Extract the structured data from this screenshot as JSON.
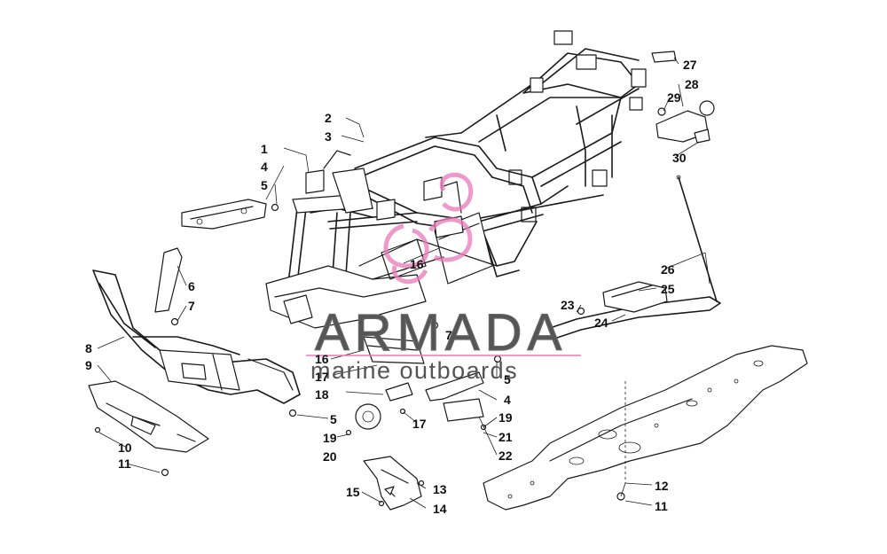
{
  "watermark": {
    "brand": "ARMADA",
    "tagline": "marine outboards",
    "logo_color": "#e879b9",
    "line_color": "#e879b9"
  },
  "callouts": {
    "c1": "1",
    "c2": "2",
    "c3": "3",
    "c4a": "4",
    "c4b": "4",
    "c5a": "5",
    "c5b": "5",
    "c5c": "5",
    "c6": "6",
    "c7a": "7",
    "c7b": "7",
    "c8": "8",
    "c9": "9",
    "c10": "10",
    "c11a": "11",
    "c11b": "11",
    "c12": "12",
    "c13": "13",
    "c14": "14",
    "c15": "15",
    "c16a": "16",
    "c16b": "16",
    "c17a": "17",
    "c17b": "17",
    "c18": "18",
    "c19a": "19",
    "c19b": "19",
    "c20": "20",
    "c21": "21",
    "c22": "22",
    "c23": "23",
    "c24": "24",
    "c25": "25",
    "c26": "26",
    "c27": "27",
    "c28": "28",
    "c29": "29",
    "c30": "30"
  }
}
